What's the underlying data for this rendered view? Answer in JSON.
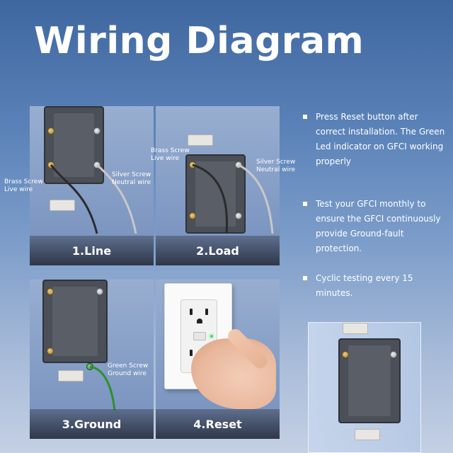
{
  "title": "Wiring Diagram",
  "panels": [
    {
      "caption": "1.Line",
      "labels": [
        {
          "text": "Brass Screw\nLive wire"
        },
        {
          "text": "Silver Screw\nNeutral wire"
        }
      ]
    },
    {
      "caption": "2.Load",
      "labels": [
        {
          "text": "Brass Screw\nLive wire"
        },
        {
          "text": "Silver Screw\nNeutral wire"
        }
      ]
    },
    {
      "caption": "3.Ground",
      "labels": [
        {
          "text": "Green Screw\nGround wire"
        }
      ]
    },
    {
      "caption": "4.Reset",
      "labels": []
    }
  ],
  "notes": [
    "Press Reset button after correct installation. The Green Led indicator on GFCI working properly",
    "Test your GFCI monthly to ensure the GFCI continuously provide Ground-fault protection.",
    "Cyclic testing every 15 minutes."
  ],
  "colors": {
    "brass_wire": "#2b2b2b",
    "neutral_wire": "#c8c8c8",
    "ground_wire": "#2f8f2f",
    "led": "#3fe060"
  }
}
